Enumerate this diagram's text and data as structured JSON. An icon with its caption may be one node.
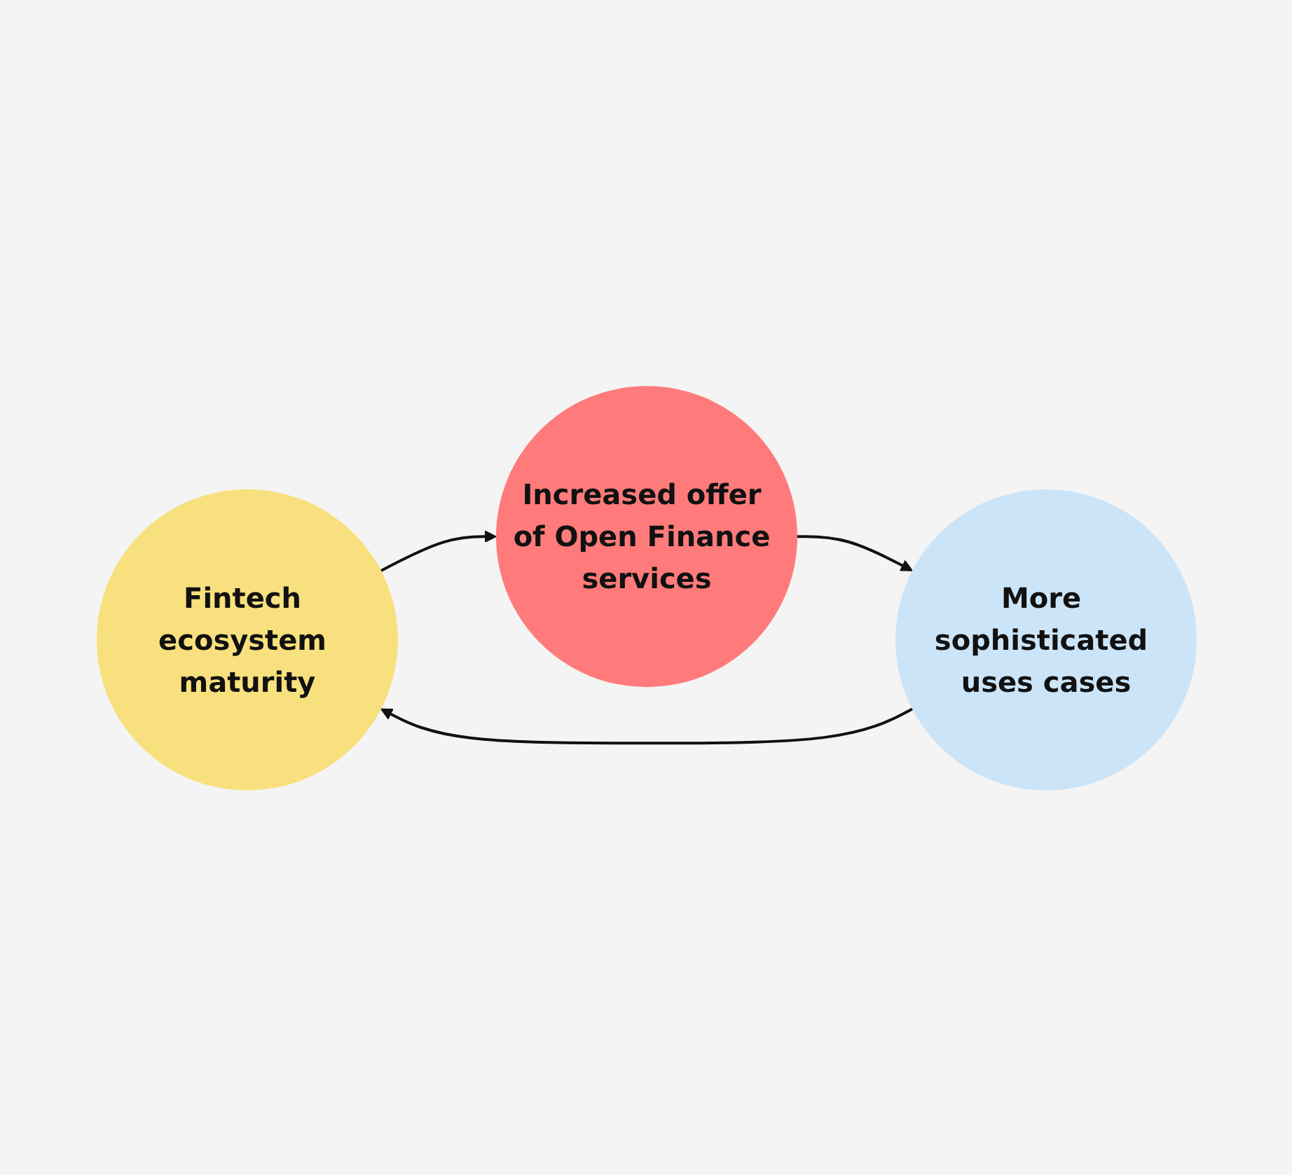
{
  "diagram": {
    "nodes": [
      {
        "text": [
          "Fintech ecosystem maturity"
        ]
      },
      {
        "text": [
          "Increased offer of Open Finance services"
        ]
      },
      {
        "text": [
          "More sophisticated uses cases"
        ]
      }
    ],
    "edges": [
      {
        "from": 0,
        "to": 1,
        "arrow": "to"
      },
      {
        "from": 1,
        "to": 2,
        "arrow": "to"
      },
      {
        "from": 2,
        "to": 0,
        "arrow": "to"
      }
    ]
  }
}
